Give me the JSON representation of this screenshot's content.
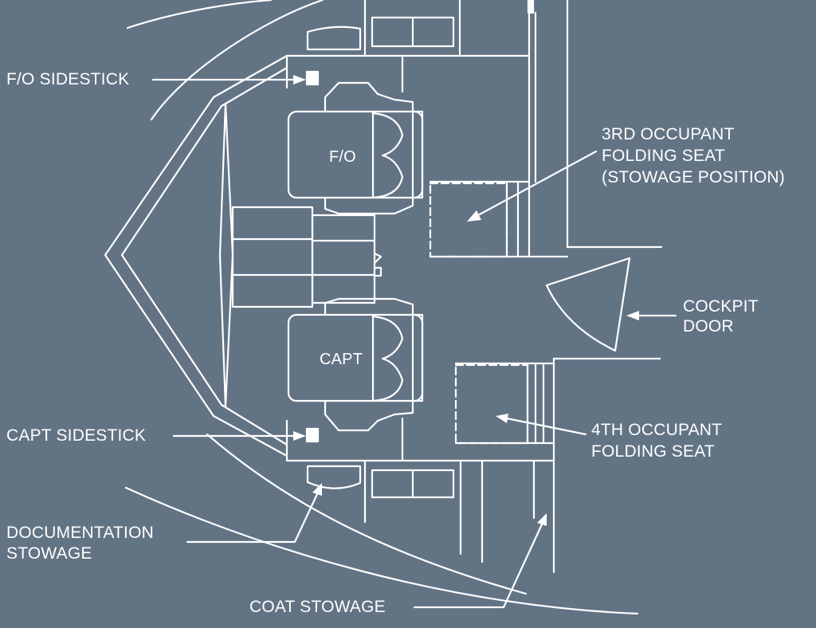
{
  "labels": {
    "fo_sidestick": "F/O SIDESTICK",
    "capt_sidestick": "CAPT SIDESTICK",
    "documentation_stowage": [
      "DOCUMENTATION",
      "STOWAGE"
    ],
    "coat_stowage": "COAT STOWAGE",
    "third_occupant_seat": [
      "3RD OCCUPANT",
      "FOLDING SEAT",
      "(STOWAGE POSITION)"
    ],
    "cockpit_door": [
      "COCKPIT",
      "DOOR"
    ],
    "fourth_occupant_seat": [
      "4TH OCCUPANT",
      "FOLDING SEAT"
    ],
    "fo_seat": "F/O",
    "capt_seat": "CAPT"
  },
  "colors": {
    "background": "#627384",
    "line": "#ffffff"
  }
}
